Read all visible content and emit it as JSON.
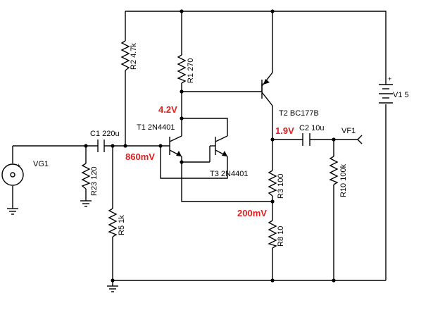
{
  "components": {
    "r1": "R1 270",
    "r2": "R2 4.7k",
    "r3": "R3 100",
    "r5": "R5 1k",
    "r8": "R8 10",
    "r10": "R10 100k",
    "r23": "R23 120",
    "c1": "C1 220u",
    "c2": "C2 10u",
    "t1": "T1 2N4401",
    "t2": "T2 BC177B",
    "t3": "T3 2N4401",
    "vg1": "VG1",
    "vf1": "VF1",
    "v1": "V1 5"
  },
  "voltages": {
    "base_t1": "860mV",
    "collector_t1": "4.2V",
    "collector_t2": "1.9V",
    "emitter_node": "200mV"
  },
  "polarity": {
    "plus": "+"
  },
  "colors": {
    "wire": "#000000",
    "voltage_annotation": "#e02020",
    "background": "#ffffff"
  }
}
